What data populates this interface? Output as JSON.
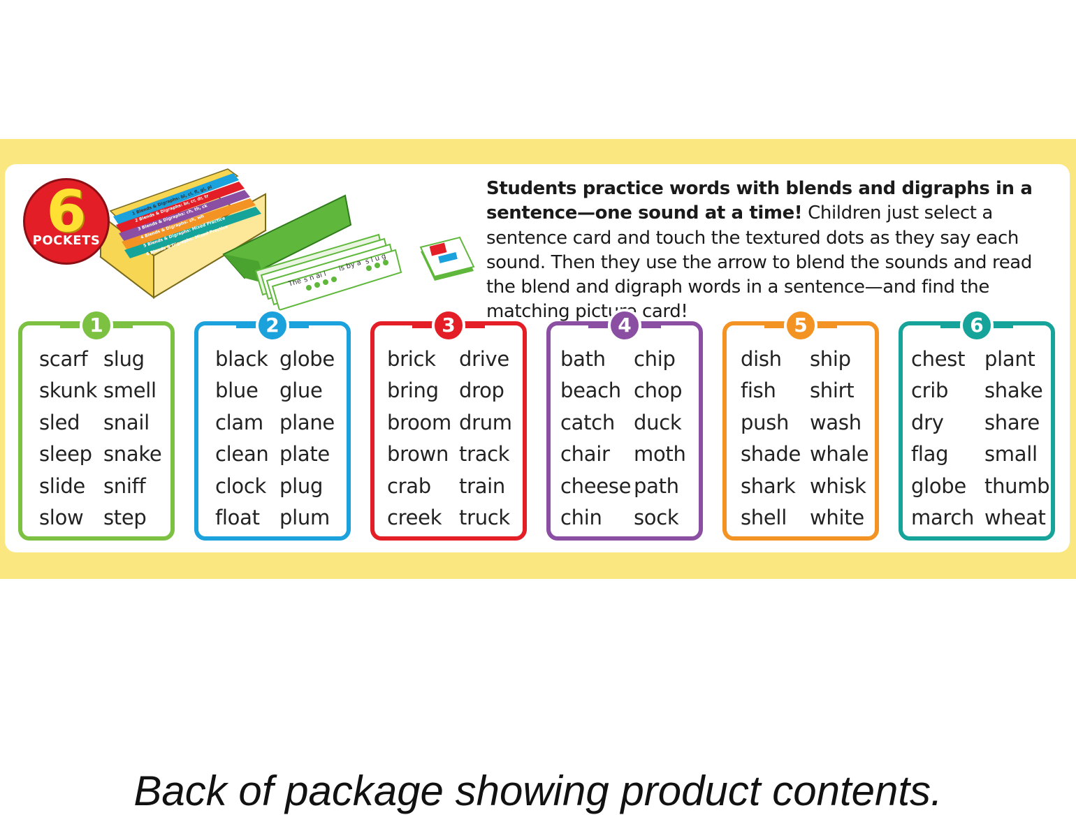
{
  "badge": {
    "number": "6",
    "label": "POCKETS"
  },
  "box_tabs": [
    "1 Blends & Digraphs: bl, cl, fl, gl, pl",
    "2 Blends & Digraphs: br, cr, dr, tr",
    "3 Blends & Digraphs: ch, th, ck",
    "4 Blends & Digraphs: sh, wh",
    "5 Blends & Digraphs: Mixed Practice",
    "6 Blends & Digraphs: Mixed Practice"
  ],
  "sample_card": {
    "text1": "The",
    "word1": "s n ai l",
    "text2": "is by a",
    "word2": "s l u g"
  },
  "description": {
    "bold": "Students practice words with blends and digraphs in a sentence—one sound at a time!",
    "normal": " Children just select a sentence card and touch the textured dots as they say each sound. Then they use the arrow to blend the sounds and read the blend and digraph words in a sentence—and find the matching picture card!"
  },
  "pockets": [
    {
      "number": "1",
      "color": "#7dc142",
      "words": [
        "scarf",
        "slug",
        "skunk",
        "smell",
        "sled",
        "snail",
        "sleep",
        "snake",
        "slide",
        "sniff",
        "slow",
        "step"
      ]
    },
    {
      "number": "2",
      "color": "#1ba1dc",
      "words": [
        "black",
        "globe",
        "blue",
        "glue",
        "clam",
        "plane",
        "clean",
        "plate",
        "clock",
        "plug",
        "float",
        "plum"
      ]
    },
    {
      "number": "3",
      "color": "#e31e26",
      "words": [
        "brick",
        "drive",
        "bring",
        "drop",
        "broom",
        "drum",
        "brown",
        "track",
        "crab",
        "train",
        "creek",
        "truck"
      ]
    },
    {
      "number": "4",
      "color": "#8a4fa3",
      "words": [
        "bath",
        "chip",
        "beach",
        "chop",
        "catch",
        "duck",
        "chair",
        "moth",
        "cheese",
        "path",
        "chin",
        "sock"
      ]
    },
    {
      "number": "5",
      "color": "#f39324",
      "words": [
        "dish",
        "ship",
        "fish",
        "shirt",
        "push",
        "wash",
        "shade",
        "whale",
        "shark",
        "whisk",
        "shell",
        "white"
      ]
    },
    {
      "number": "6",
      "color": "#15a39a",
      "words": [
        "chest",
        "plant",
        "crib",
        "shake",
        "dry",
        "share",
        "flag",
        "small",
        "globe",
        "thumb",
        "march",
        "wheat"
      ]
    }
  ],
  "caption": "Back of package showing product contents."
}
